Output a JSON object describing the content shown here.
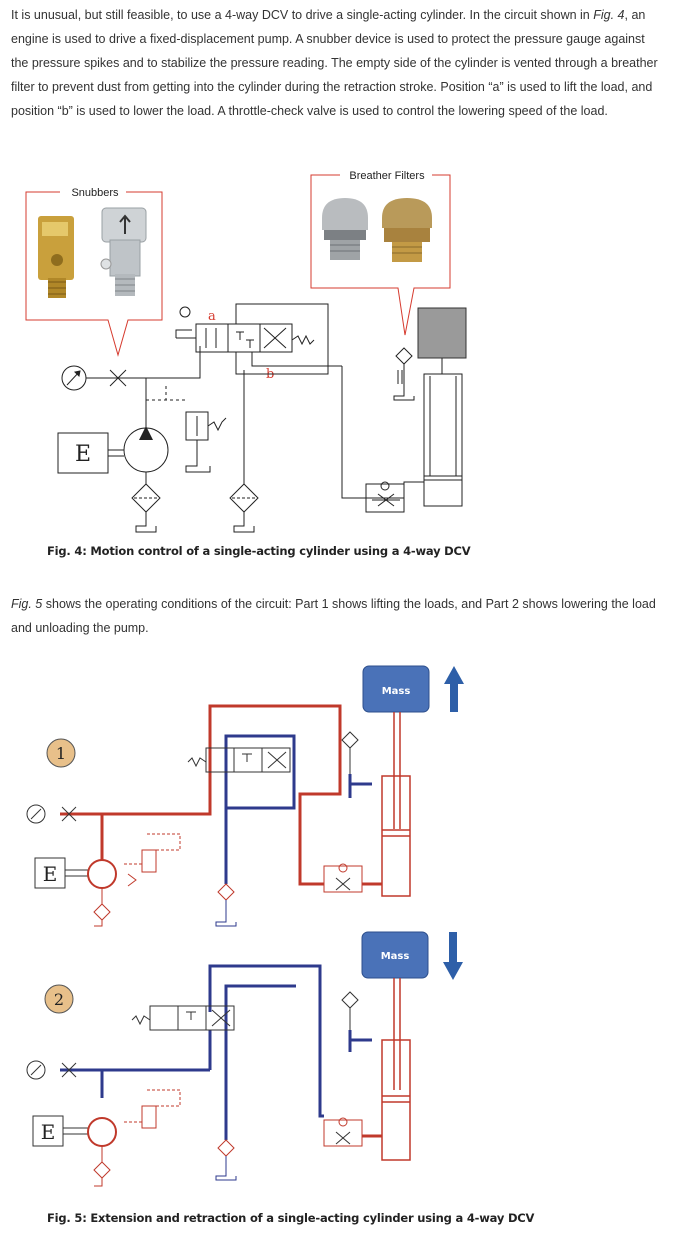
{
  "intro": {
    "p1": "It is unusual, but still feasible, to use a 4-way DCV to drive a single-acting cylinder. In the circuit shown in ",
    "fig_ref": "Fig. 4",
    "p2": ", an engine is used to drive a fixed-displacement pump. A snubber device is used to protect the pressure gauge against the pressure spikes and to stabilize the pressure reading. The empty side of the cylinder is vented through a breather filter to prevent dust from getting into the cylinder during the retraction stroke. Position “a” is used to lift the load, and position “b” is used to lower the load. A throttle-check valve is used to control the lowering speed of the load."
  },
  "fig4": {
    "snubbers_label": "Snubbers",
    "breather_label": "Breather Filters",
    "pos_a": "a",
    "pos_b": "b",
    "engine": "E",
    "caption": "Fig. 4: Motion control of a single-acting cylinder using a 4-way DCV"
  },
  "mid": {
    "fig_ref": "Fig. 5",
    "text": " shows the operating conditions of the circuit: Part 1 shows lifting the loads, and Part 2 shows lowering the load and unloading the pump."
  },
  "fig5": {
    "part1_number": "1",
    "part2_number": "2",
    "mass1": "Mass",
    "mass2": "Mass",
    "engine1": "E",
    "engine2": "E",
    "caption": "Fig. 5: Extension and retraction of a single-acting cylinder using a 4-way DCV",
    "colors": {
      "pressure": "#c0392b",
      "return": "#2e3a8c",
      "mass_fill": "#4a72b8",
      "badge_fill": "#e8c08a"
    }
  }
}
